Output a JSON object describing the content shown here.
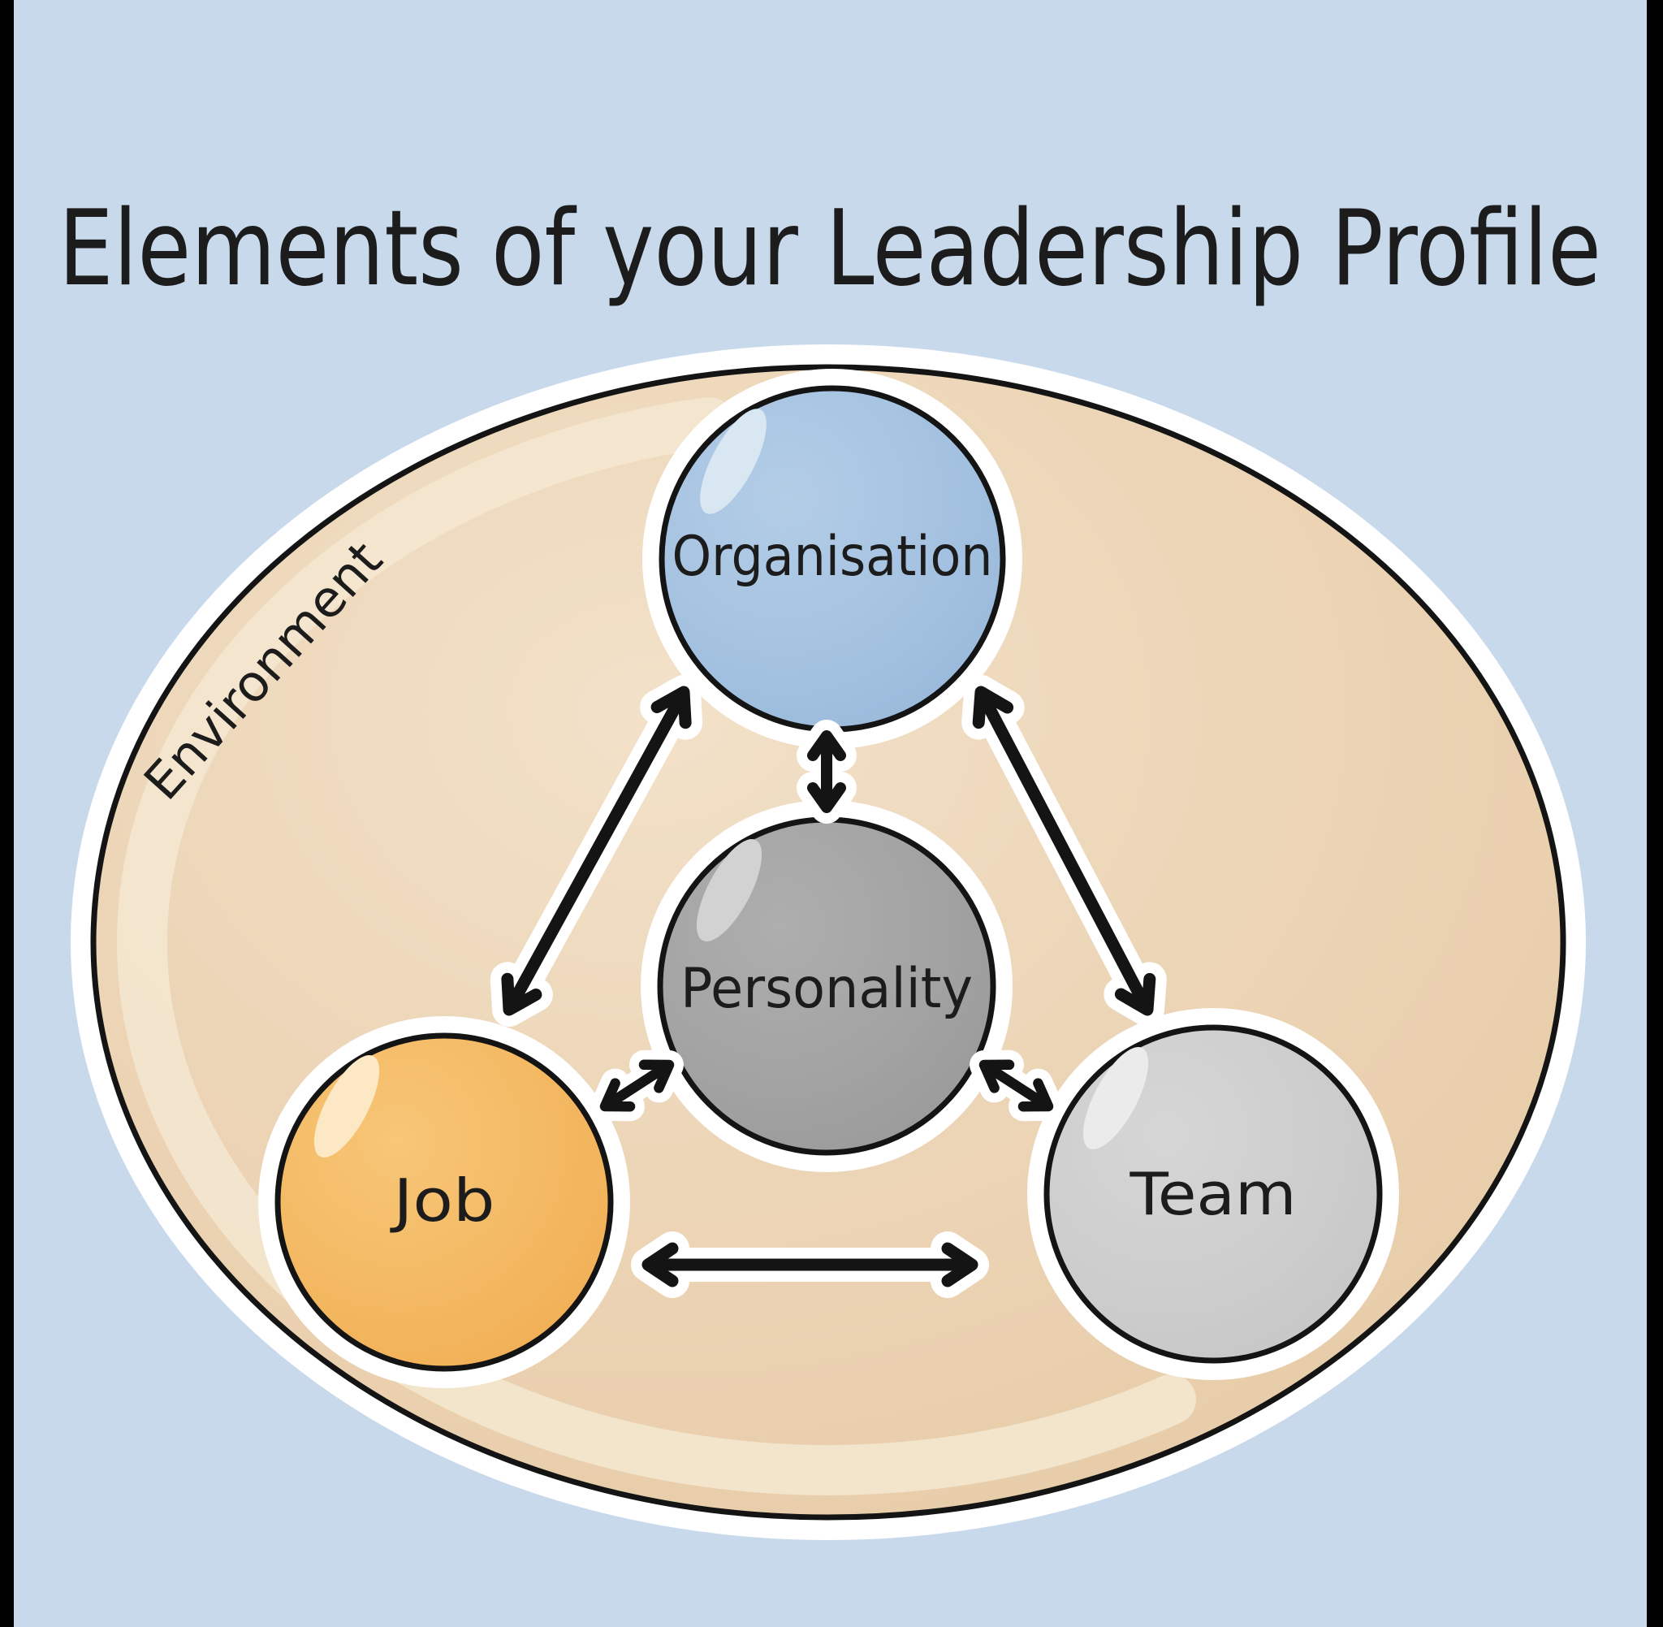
{
  "title": "Elements of your Leadership Profile",
  "environment": {
    "label": "Environment",
    "fill": "#ebd2b2",
    "rim_highlight": "#f5e7d1",
    "outline": "#141414",
    "sticker_ring": "#ffffff"
  },
  "nodes": {
    "organisation": {
      "label": "Organisation",
      "fill": "#a6c3e1",
      "shade": "#7ea6cd",
      "highlight": "#d9e7f3"
    },
    "personality": {
      "label": "Personality",
      "fill": "#a4a4a4",
      "shade": "#828282",
      "highlight": "#d2d2d2"
    },
    "job": {
      "label": "Job",
      "fill": "#f4ba64",
      "shade": "#e69634",
      "highlight": "#fce8c4"
    },
    "team": {
      "label": "Team",
      "fill": "#cecece",
      "shade": "#a9a9a9",
      "highlight": "#ebebeb"
    }
  },
  "connections": [
    {
      "from": "Organisation",
      "to": "Personality",
      "style": "double-headed-arrow"
    },
    {
      "from": "Organisation",
      "to": "Job",
      "style": "double-headed-arrow"
    },
    {
      "from": "Organisation",
      "to": "Team",
      "style": "double-headed-arrow"
    },
    {
      "from": "Personality",
      "to": "Job",
      "style": "double-headed-arrow"
    },
    {
      "from": "Personality",
      "to": "Team",
      "style": "double-headed-arrow"
    },
    {
      "from": "Job",
      "to": "Team",
      "style": "double-headed-arrow"
    }
  ],
  "colors": {
    "background": "#c8d9ec",
    "letterbox_bars": "#000000",
    "arrow": "#141414",
    "arrow_casing": "#ffffff",
    "text": "#1c1c1c"
  }
}
